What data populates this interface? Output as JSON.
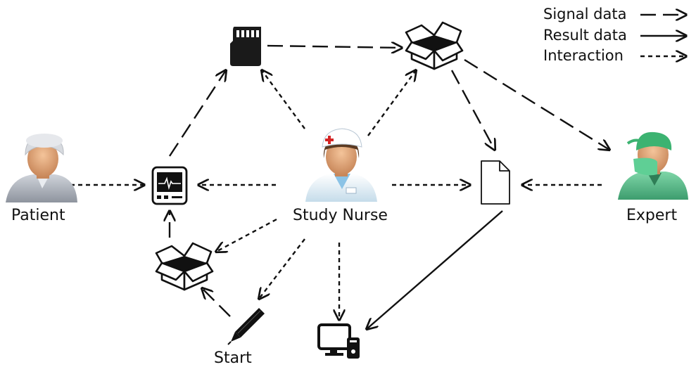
{
  "legend": {
    "signal": "Signal data",
    "result": "Result data",
    "interaction": "Interaction"
  },
  "nodes": {
    "patient": "Patient",
    "study_nurse": "Study Nurse",
    "expert": "Expert",
    "start": "Start"
  },
  "edges": [
    {
      "from": "patient",
      "to": "ecg-monitor",
      "kind": "interaction"
    },
    {
      "from": "study-nurse",
      "to": "ecg-monitor",
      "kind": "interaction"
    },
    {
      "from": "study-nurse",
      "to": "sd-card",
      "kind": "interaction"
    },
    {
      "from": "study-nurse",
      "to": "open-box-top",
      "kind": "interaction"
    },
    {
      "from": "study-nurse",
      "to": "report-document",
      "kind": "interaction"
    },
    {
      "from": "study-nurse",
      "to": "open-box-bottom",
      "kind": "interaction"
    },
    {
      "from": "study-nurse",
      "to": "start-pen",
      "kind": "interaction"
    },
    {
      "from": "study-nurse",
      "to": "workstation",
      "kind": "interaction"
    },
    {
      "from": "expert",
      "to": "report-document",
      "kind": "interaction"
    },
    {
      "from": "ecg-monitor",
      "to": "sd-card",
      "kind": "signal"
    },
    {
      "from": "sd-card",
      "to": "open-box-top",
      "kind": "signal"
    },
    {
      "from": "open-box-top",
      "to": "report-document",
      "kind": "signal"
    },
    {
      "from": "open-box-top",
      "to": "expert",
      "kind": "signal"
    },
    {
      "from": "open-box-bottom",
      "to": "ecg-monitor",
      "kind": "signal"
    },
    {
      "from": "start-pen",
      "to": "open-box-bottom",
      "kind": "signal"
    },
    {
      "from": "report-document",
      "to": "workstation",
      "kind": "result"
    }
  ]
}
